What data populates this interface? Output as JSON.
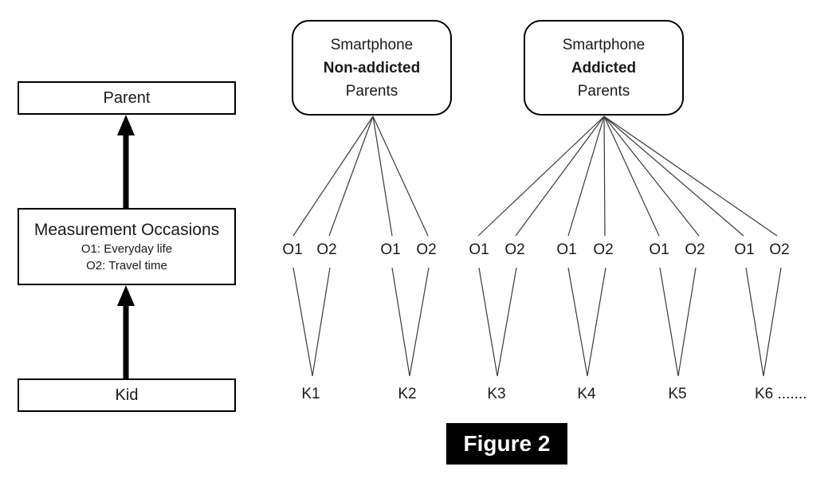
{
  "figure": {
    "caption": "Figure 2"
  },
  "left_flow": {
    "parent": "Parent",
    "measurement": {
      "title": "Measurement Occasions",
      "line1": "O1: Everyday life",
      "line2": "O2: Travel time"
    },
    "kid": "Kid"
  },
  "groups": [
    {
      "line1": "Smartphone",
      "line2": "Non-addicted",
      "line3": "Parents"
    },
    {
      "line1": "Smartphone",
      "line2": "Addicted",
      "line3": "Parents"
    }
  ],
  "labels": {
    "o1": "O1",
    "o2": "O2"
  },
  "kids": [
    "K1",
    "K2",
    "K3",
    "K4",
    "K5",
    "K6 ......."
  ],
  "colors": {
    "line": "#3a3a3a",
    "box_border": "#000000",
    "arrow": "#000000",
    "caption_bg": "#000000",
    "caption_text": "#ffffff",
    "text": "#1a1a1a"
  }
}
